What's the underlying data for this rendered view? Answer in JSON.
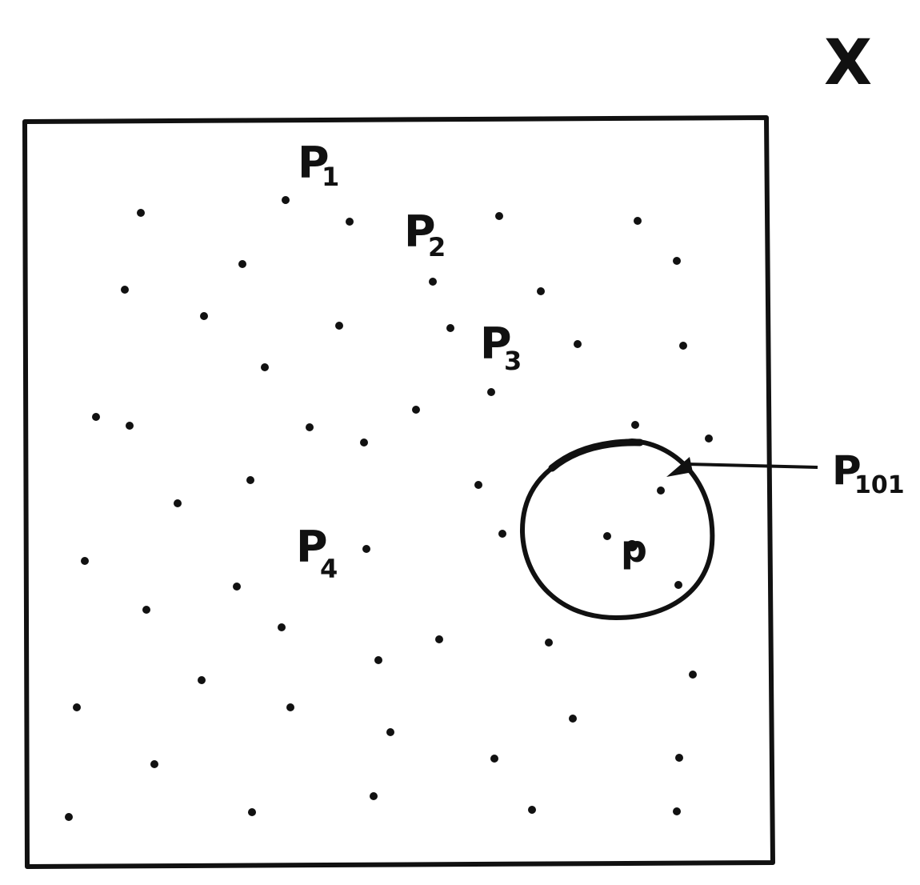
{
  "set_label": "X",
  "labels": {
    "p1": "P",
    "p1_sub": "1",
    "p2": "P",
    "p2_sub": "2",
    "p3": "P",
    "p3_sub": "3",
    "p4": "P",
    "p4_sub": "4",
    "p101": "P",
    "p101_sub": "101",
    "center": "p"
  },
  "colors": {
    "ink": "#111111",
    "background": "#ffffff"
  }
}
